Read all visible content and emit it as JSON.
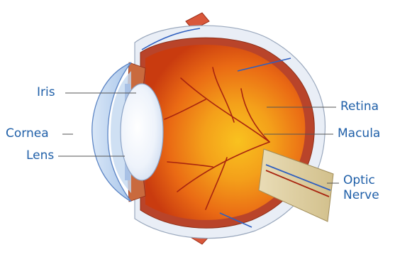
{
  "labels": {
    "iris": "Iris",
    "cornea": "Cornea",
    "lens": "Lens",
    "retina": "Retina",
    "macula": "Macula",
    "optic_line1": "Optic",
    "optic_line2": "Nerve"
  },
  "colors": {
    "label_text": "#1f5fa8",
    "leader_line": "#555555",
    "sclera": "#e8eef6",
    "retina_orange": "#e8541a",
    "fundus_center": "#f7b11c",
    "vessel_red": "#a8240f",
    "vessel_blue": "#2f5fbf",
    "lens_blue": "#dfe9f7",
    "cornea_blue": "#b9d2ef"
  }
}
